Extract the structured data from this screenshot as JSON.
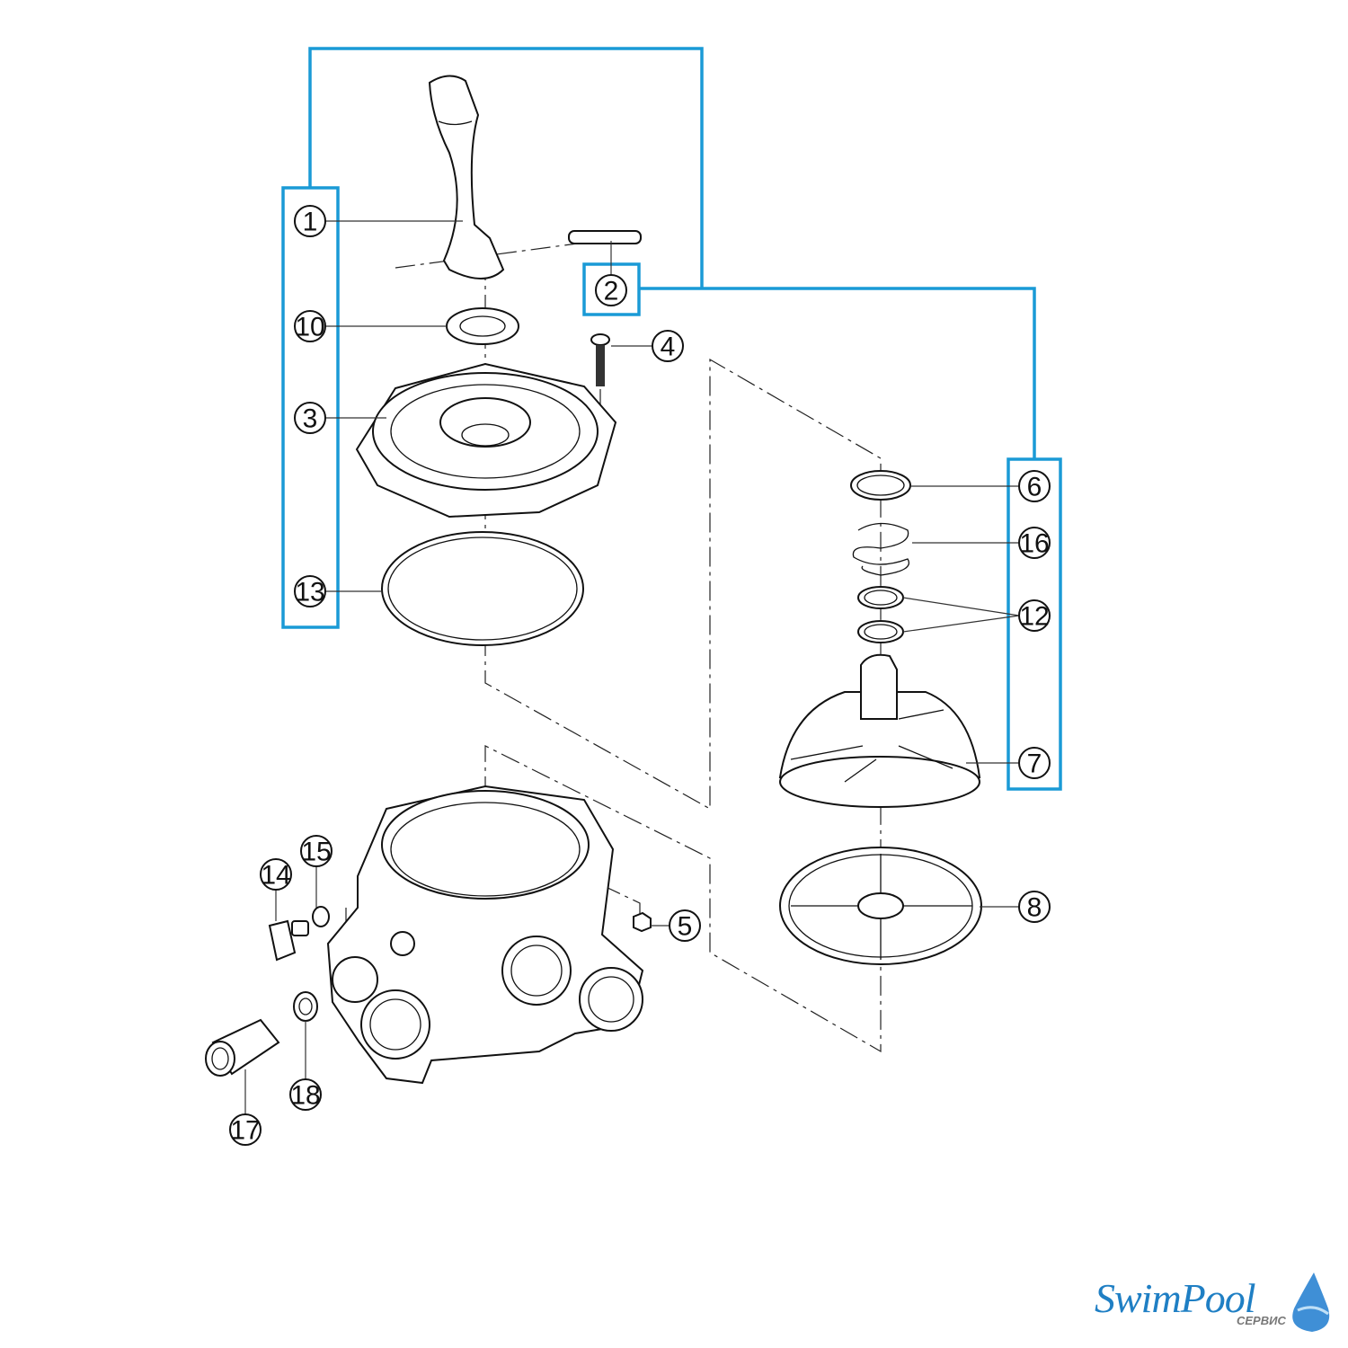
{
  "diagram": {
    "title": "Multiport valve exploded parts diagram",
    "callouts": [
      "1",
      "2",
      "3",
      "4",
      "5",
      "6",
      "7",
      "8",
      "10",
      "12",
      "13",
      "14",
      "15",
      "16",
      "17",
      "18"
    ],
    "accent_color": "#1a9ad6"
  },
  "logo": {
    "name": "SwimPool",
    "subtitle": "СЕРВИС",
    "color": "#1f7fc4"
  }
}
